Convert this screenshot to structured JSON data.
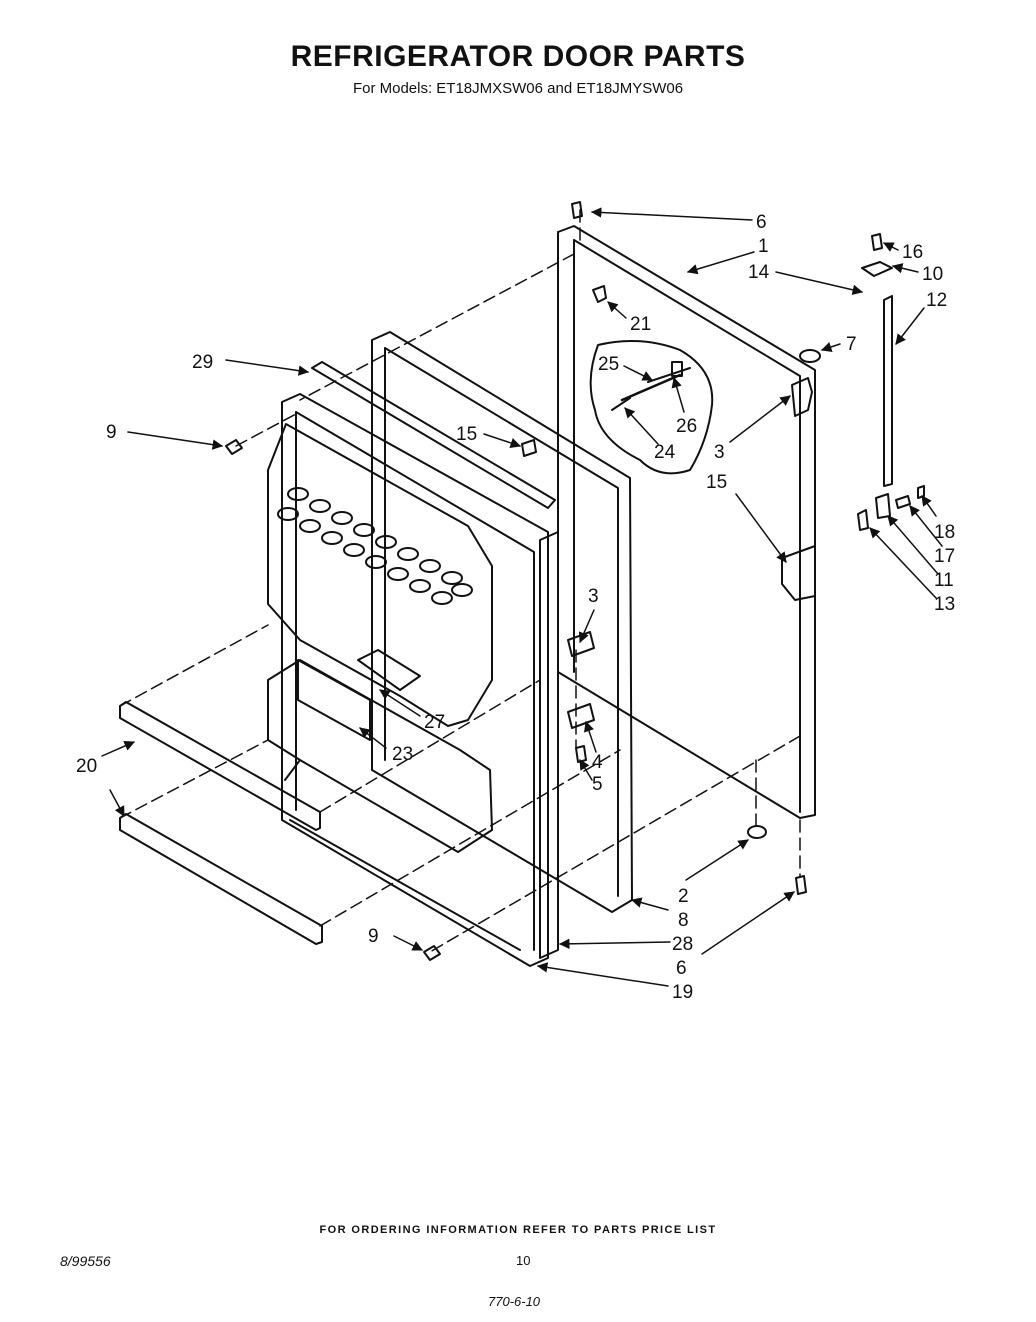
{
  "header": {
    "title": "REFRIGERATOR DOOR PARTS",
    "subtitle": "For Models: ET18JMXSW06 and ET18JMYSW06"
  },
  "callouts": [
    {
      "id": "c6a",
      "text": "6"
    },
    {
      "id": "c1",
      "text": "1"
    },
    {
      "id": "c16",
      "text": "16"
    },
    {
      "id": "c14",
      "text": "14"
    },
    {
      "id": "c10",
      "text": "10"
    },
    {
      "id": "c12",
      "text": "12"
    },
    {
      "id": "c21",
      "text": "21"
    },
    {
      "id": "c7",
      "text": "7"
    },
    {
      "id": "c29",
      "text": "29"
    },
    {
      "id": "c25",
      "text": "25"
    },
    {
      "id": "c26",
      "text": "26"
    },
    {
      "id": "c9a",
      "text": "9"
    },
    {
      "id": "c15a",
      "text": "15"
    },
    {
      "id": "c24",
      "text": "24"
    },
    {
      "id": "c3a",
      "text": "3"
    },
    {
      "id": "c15b",
      "text": "15"
    },
    {
      "id": "c18",
      "text": "18"
    },
    {
      "id": "c17",
      "text": "17"
    },
    {
      "id": "c11",
      "text": "11"
    },
    {
      "id": "c13",
      "text": "13"
    },
    {
      "id": "c3b",
      "text": "3"
    },
    {
      "id": "c27",
      "text": "27"
    },
    {
      "id": "c23",
      "text": "23"
    },
    {
      "id": "c20",
      "text": "20"
    },
    {
      "id": "c4",
      "text": "4"
    },
    {
      "id": "c5",
      "text": "5"
    },
    {
      "id": "c2",
      "text": "2"
    },
    {
      "id": "c8",
      "text": "8"
    },
    {
      "id": "c9b",
      "text": "9"
    },
    {
      "id": "c28",
      "text": "28"
    },
    {
      "id": "c6b",
      "text": "6"
    },
    {
      "id": "c19",
      "text": "19"
    }
  ],
  "footer": {
    "note": "FOR ORDERING INFORMATION REFER TO PARTS PRICE LIST",
    "doc_number": "8/99556",
    "page_number": "10",
    "handwritten_code": "770-6-10"
  },
  "colors": {
    "ink": "#111111",
    "paper": "#ffffff"
  }
}
